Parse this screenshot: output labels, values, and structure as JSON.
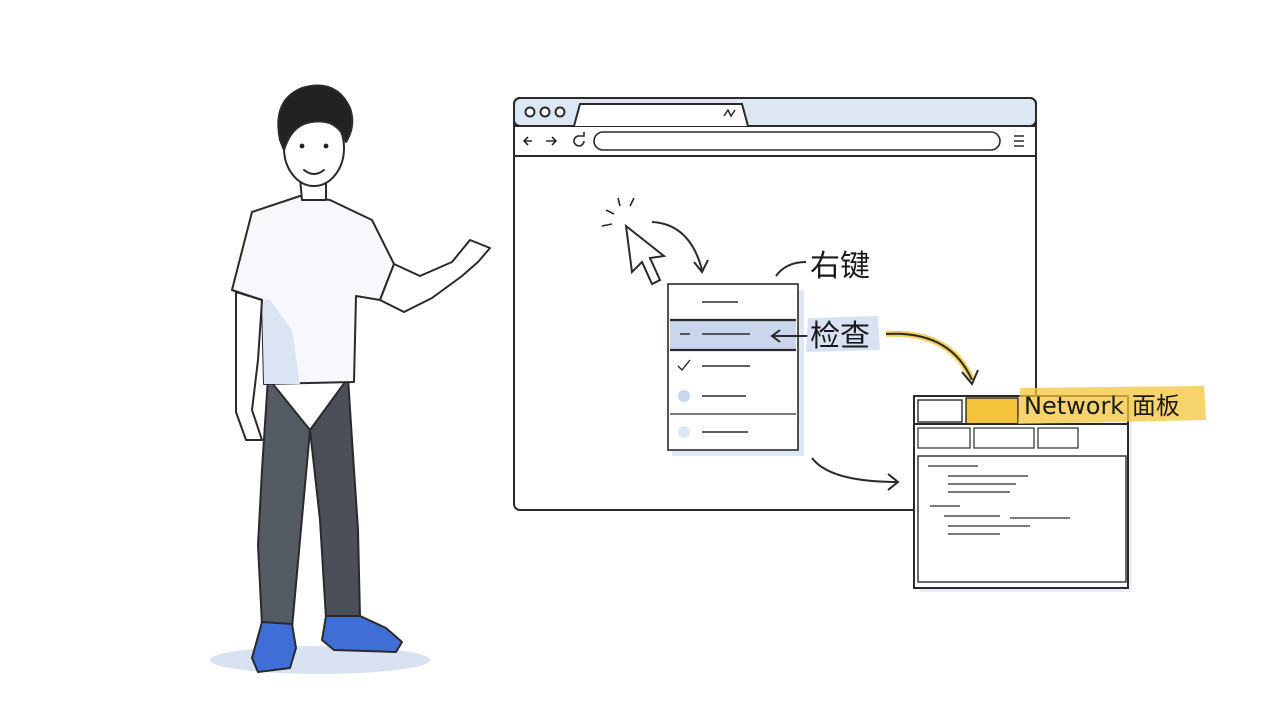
{
  "annotations": {
    "right_click": "右键",
    "inspect": "检查",
    "network_panel": "Network 面板"
  },
  "colors": {
    "ink": "#2a2a2a",
    "highlight": "#f3c43a",
    "accent_blue": "#3f6fd6",
    "shadow_blue": "#c9d6ee",
    "frame_fill": "#dde6f3"
  },
  "icons": {
    "person": "person-illustration",
    "cursor": "pointer-cursor-icon",
    "back": "arrow-left-icon",
    "forward": "arrow-right-icon",
    "reload": "reload-icon",
    "menu": "hamburger-menu-icon"
  }
}
